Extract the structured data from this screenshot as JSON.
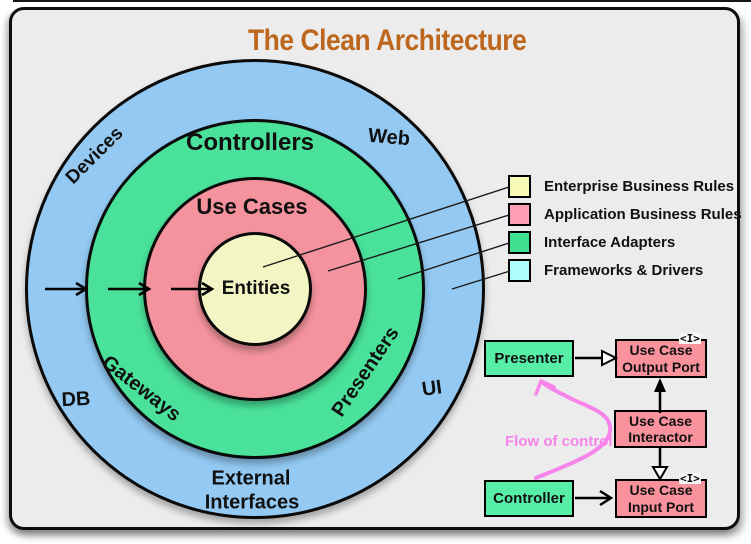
{
  "title": "The Clean Architecture",
  "rings": {
    "controllers": "Controllers",
    "use_cases": "Use Cases",
    "entities": "Entities",
    "devices": "Devices",
    "web": "Web",
    "db": "DB",
    "ui": "UI",
    "gateways": "Gateways",
    "presenters": "Presenters",
    "external_line1": "External",
    "external_line2": "Interfaces"
  },
  "legend": {
    "items": [
      {
        "label": "Enterprise Business Rules",
        "color": "#f6fab4"
      },
      {
        "label": "Application Business Rules",
        "color": "#ff9fb6"
      },
      {
        "label": "Interface Adapters",
        "color": "#3fe08f"
      },
      {
        "label": "Frameworks & Drivers",
        "color": "#aefcfc"
      }
    ]
  },
  "flow": {
    "presenter": "Presenter",
    "controller": "Controller",
    "output_port_line1": "Use Case",
    "output_port_line2": "Output Port",
    "interactor_line1": "Use Case",
    "interactor_line2": "Interactor",
    "input_port_line1": "Use Case",
    "input_port_line2": "Input Port",
    "interface_marker": "<I>",
    "flow_label": "Flow of control"
  },
  "colors": {
    "title": "#bc671d",
    "panel_background": "#ececec",
    "frameworks_ring": "#93c9f2",
    "adapters_ring": "#4ae29b",
    "application_ring": "#f4939d",
    "enterprise_circle": "#f2f6c4",
    "flow_green_box": "#57efa7",
    "flow_pink_box": "#f9929c",
    "flow_of_control": "#f784ea"
  }
}
